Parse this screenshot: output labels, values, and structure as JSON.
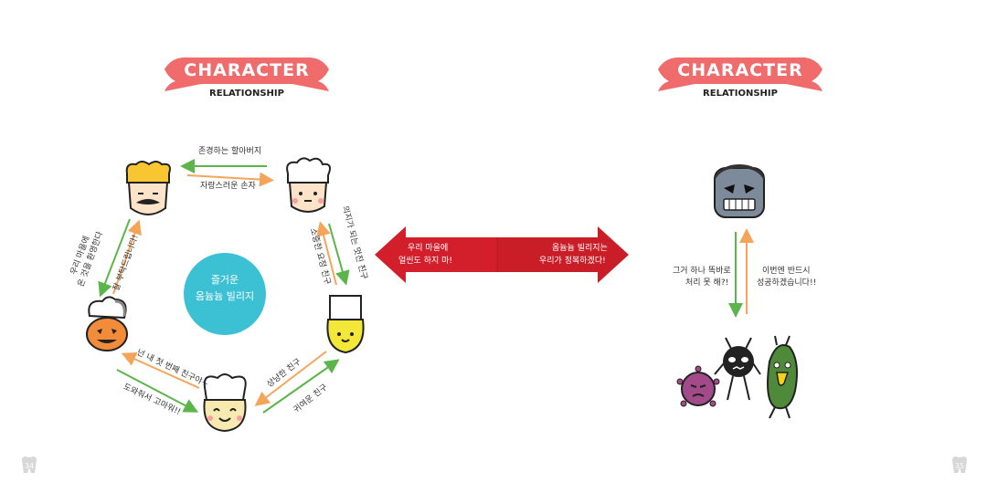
{
  "left": {
    "header": {
      "title": "CHARACTER",
      "subtitle": "RELATIONSHIP"
    },
    "center_label": {
      "line1": "즐거운",
      "line2": "옴늄늄 빌리지"
    },
    "relations": {
      "top_upper": "존경하는 할아버지",
      "top_lower": "자랑스러운 손자",
      "left_outer": "우리 마을에\n온 것을 환영한다",
      "left_inner": "잘 부탁드립니다!",
      "right_outer": "의지가 되는 멋진 친구",
      "right_inner": "소중한 요정 친구",
      "bottomright_outer": "상냥한 친구",
      "bottomright_inner": "귀여운 친구",
      "bottomleft_outer": "넌 내 첫 번째 친구야~",
      "bottomleft_inner": "도와줘서 고마워!!"
    },
    "page_number": "34"
  },
  "center_arrow": {
    "left_text_1": "우리 마을에",
    "left_text_2": "얼씬도 하지 마!",
    "right_text_1": "옴늄늄 빌리지는",
    "right_text_2": "우리가 정복하겠다!",
    "color": "#d21f2b"
  },
  "right": {
    "header": {
      "title": "CHARACTER",
      "subtitle": "RELATIONSHIP"
    },
    "left_label_1": "그거 하나 똑바로",
    "left_label_2": "처리 못 해?!",
    "right_label_1": "이번엔 반드시",
    "right_label_2": "성공하겠습니다!!",
    "page_number": "35"
  },
  "colors": {
    "ribbon": "#f06b6b",
    "teal": "#3cc0d4",
    "green": "#5bb54a",
    "orange": "#f4a55a",
    "red": "#d21f2b"
  }
}
